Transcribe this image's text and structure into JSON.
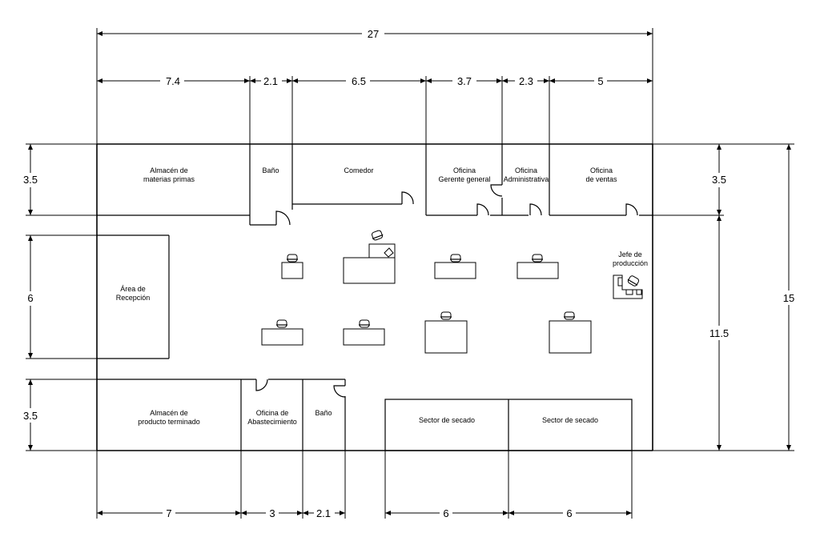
{
  "dimensions": {
    "total_width": "27",
    "top_segments": [
      "7.4",
      "2.1",
      "6.5",
      "3.7",
      "2.3",
      "5"
    ],
    "bottom_segments": [
      "7",
      "3",
      "2.1",
      "6",
      "6"
    ],
    "left": [
      "3.5",
      "6",
      "3.5"
    ],
    "right_inner": [
      "3.5",
      "11.5"
    ],
    "right_total": "15"
  },
  "rooms": {
    "almacen_mp": [
      "Almacén de",
      "materias primas"
    ],
    "bano_top": "Baño",
    "comedor": "Comedor",
    "oficina_gerente": [
      "Oficina",
      "Gerente general"
    ],
    "oficina_admin": [
      "Oficina",
      "Administrativa"
    ],
    "oficina_ventas": [
      "Oficina",
      "de ventas"
    ],
    "jefe_produccion": [
      "Jefe de",
      "producción"
    ],
    "recepcion": [
      "Área de",
      "Recepción"
    ],
    "almacen_pt": [
      "Almacén de",
      "producto terminado"
    ],
    "oficina_abast": [
      "Oficina de",
      "Abastecimiento"
    ],
    "bano_bottom": "Baño",
    "secado_1": "Sector de secado",
    "secado_2": "Sector de secado"
  }
}
